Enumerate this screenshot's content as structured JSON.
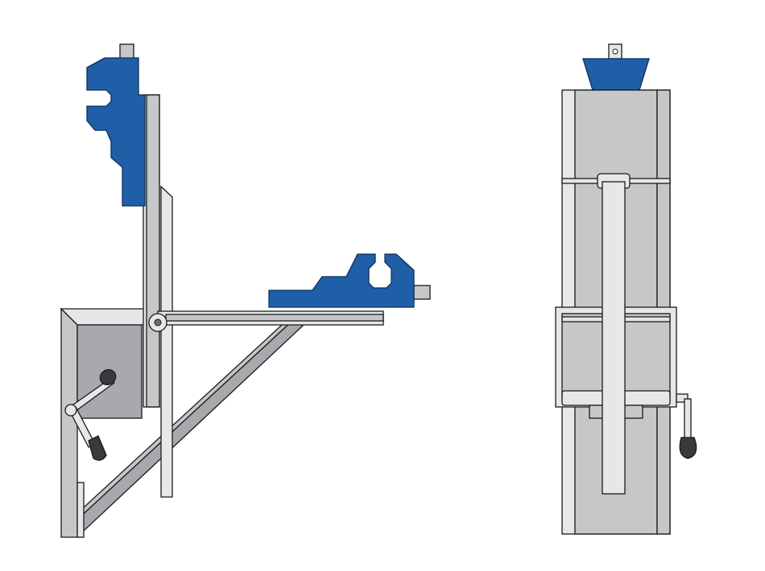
{
  "colors": {
    "background": "#ffffff",
    "steel_light": "#e6e7e8",
    "steel_mid": "#c6c7c9",
    "steel_dark": "#a7a9ac",
    "housing": "#bcbec0",
    "outline": "#1a1a1a",
    "vise_blue": "#1f5fa8",
    "knob": "#3a3a3c"
  },
  "views": {
    "side_view": {
      "name": "side-view",
      "components": [
        "vertical-vise-jaw",
        "horizontal-vise-jaw",
        "pivot-bolt",
        "brace-strut",
        "mounting-housing",
        "crank-handle"
      ]
    },
    "front_view": {
      "name": "front-view",
      "components": [
        "top-vise-clamp",
        "main-column",
        "slide-rail",
        "clamp-collar",
        "crank-handle"
      ]
    }
  }
}
